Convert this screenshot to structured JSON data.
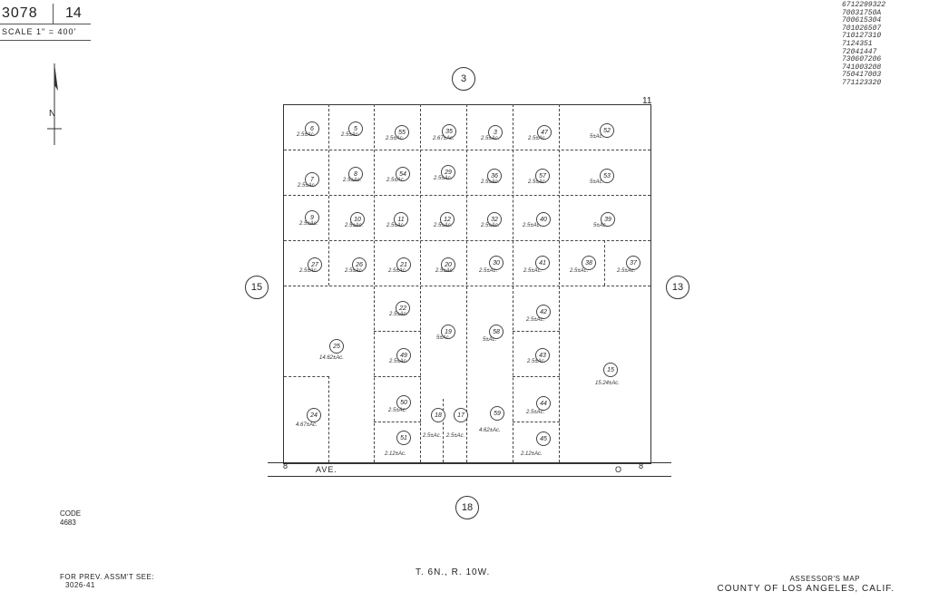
{
  "header": {
    "book": "3078",
    "page": "14",
    "scale": "SCALE 1\" = 400'"
  },
  "ref_numbers": [
    "6712299322",
    "70031750A",
    "700615304",
    "701026507",
    "710127310",
    "7124351",
    "72041447",
    "730607206",
    "741003208",
    "750417003",
    "771123320"
  ],
  "north_label": "N",
  "adjacent": {
    "top": "3",
    "left": "15",
    "right": "13",
    "bottom": "18"
  },
  "road": {
    "label": "AVE.",
    "o_label": "O",
    "left_mark": "8",
    "right_mark": "8"
  },
  "corner_mark": "11",
  "parcels": [
    {
      "id": "6",
      "area": "2.5±Ac."
    },
    {
      "id": "5",
      "area": "2.5±Ac."
    },
    {
      "id": "55",
      "area": "2.5±Ac."
    },
    {
      "id": "35",
      "area": "2.67±Ac."
    },
    {
      "id": "3",
      "area": "2.5±Ac."
    },
    {
      "id": "47",
      "area": "2.5±Ac."
    },
    {
      "id": "52",
      "area": "5±Ac."
    },
    {
      "id": "7",
      "area": "2.5±Ac."
    },
    {
      "id": "8",
      "area": "2.5±Ac."
    },
    {
      "id": "54",
      "area": "2.5±Ac."
    },
    {
      "id": "29",
      "area": "2.5±Ac."
    },
    {
      "id": "36",
      "area": "2.5±Ac."
    },
    {
      "id": "57",
      "area": "2.5±Ac."
    },
    {
      "id": "53",
      "area": "5±Ac."
    },
    {
      "id": "9",
      "area": "2.5±Ac."
    },
    {
      "id": "10",
      "area": "2.5±Ac."
    },
    {
      "id": "11",
      "area": "2.5±Ac."
    },
    {
      "id": "12",
      "area": "2.5±Ac."
    },
    {
      "id": "32",
      "area": "2.5±Ac."
    },
    {
      "id": "40",
      "area": "2.5±Ac."
    },
    {
      "id": "39",
      "area": "5±Ac."
    },
    {
      "id": "27",
      "area": "2.5±Ac."
    },
    {
      "id": "26",
      "area": "2.5±Ac."
    },
    {
      "id": "21",
      "area": "2.5±Ac."
    },
    {
      "id": "20",
      "area": "2.5±Ac."
    },
    {
      "id": "30",
      "area": "2.5±Ac."
    },
    {
      "id": "41",
      "area": "2.5±Ac."
    },
    {
      "id": "38",
      "area": "2.5±Ac."
    },
    {
      "id": "37",
      "area": "2.5±Ac."
    },
    {
      "id": "22",
      "area": "2.5±Ac."
    },
    {
      "id": "19",
      "area": "5±Ac."
    },
    {
      "id": "58",
      "area": "5±Ac."
    },
    {
      "id": "42",
      "area": "2.5±Ac."
    },
    {
      "id": "25",
      "area": "14.62±Ac."
    },
    {
      "id": "49",
      "area": "2.5±Ac."
    },
    {
      "id": "43",
      "area": "2.5±Ac."
    },
    {
      "id": "15",
      "area": "15.24±Ac."
    },
    {
      "id": "24",
      "area": "4.67±Ac."
    },
    {
      "id": "50",
      "area": "2.5±Ac."
    },
    {
      "id": "18",
      "area": "2.5±Ac."
    },
    {
      "id": "17",
      "area": "2.5±Ac."
    },
    {
      "id": "59",
      "area": "4.62±Ac."
    },
    {
      "id": "44",
      "area": "2.5±Ac."
    },
    {
      "id": "51",
      "area": "2.12±Ac."
    },
    {
      "id": "45",
      "area": "2.12±Ac."
    }
  ],
  "footer": {
    "code_label": "CODE",
    "code_value": "4683",
    "prev_assmt": "FOR PREV. ASSM'T SEE:",
    "prev_ref": "3026-41",
    "township": "T. 6N., R. 10W.",
    "assessor": "ASSESSOR'S MAP",
    "county": "COUNTY OF LOS ANGELES, CALIF."
  }
}
